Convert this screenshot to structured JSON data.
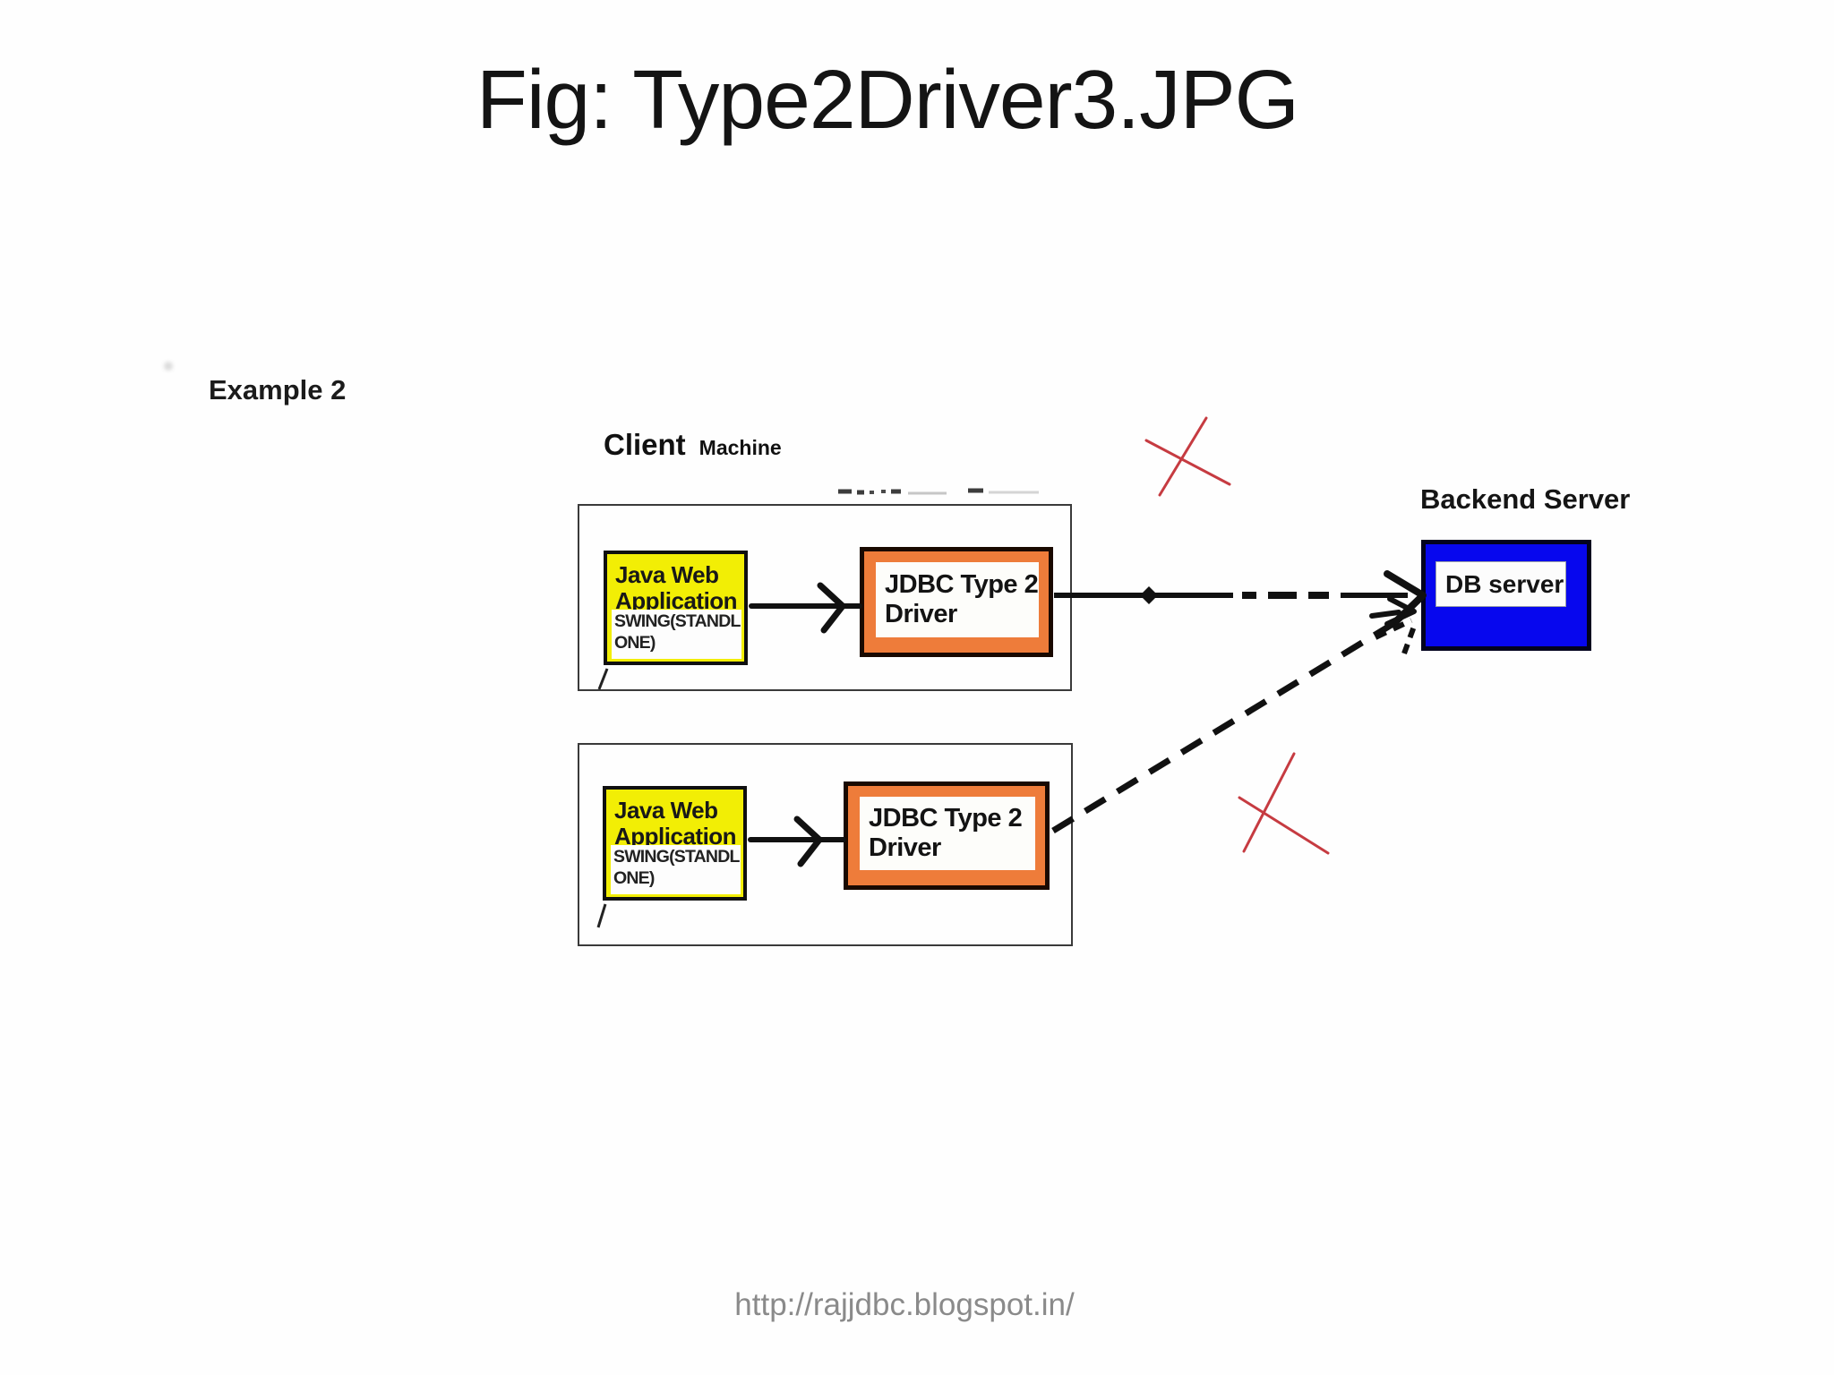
{
  "title": "Fig: Type2Driver3.JPG",
  "example_label": "Example 2",
  "client_machine": {
    "word1": "Client",
    "word2": "Machine"
  },
  "client_boxes": [
    {
      "app": {
        "line1": "Java Web",
        "line2": "Application",
        "sub1": "SWING(STANDL",
        "sub2": "ONE)"
      },
      "driver": {
        "line1": "JDBC Type 2",
        "line2": "Driver"
      }
    },
    {
      "app": {
        "line1": "Java Web",
        "line2": "Application",
        "sub1": "SWING(STANDL",
        "sub2": "ONE)"
      },
      "driver": {
        "line1": "JDBC Type 2",
        "line2": "Driver"
      }
    }
  ],
  "backend": {
    "label": "Backend Server",
    "db": "DB server"
  },
  "footer": {
    "url": "http://rajjdbc.blogspot.in/"
  },
  "colors": {
    "app_box_bg": "#f2ee05",
    "driver_box_bg": "#ee7c3a",
    "db_box_bg": "#0707ee",
    "red_cross": "#c63b41",
    "footer_text": "#8a8a8a",
    "line_black": "#111111"
  },
  "icons": {
    "flow_arrows": "black solid/dashed connector arrows",
    "red_crosses": "two red X strike annotations"
  }
}
